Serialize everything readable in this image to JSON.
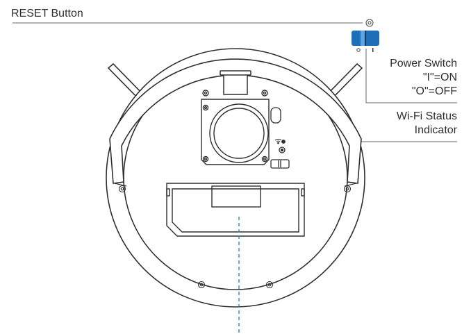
{
  "labels": {
    "reset_button": "RESET Button",
    "power_switch": {
      "title": "Power Switch",
      "on": "\"I\"=ON",
      "off": "\"O\"=OFF",
      "symbol_left": "o",
      "symbol_right": "I"
    },
    "wifi_indicator": {
      "line1": "Wi-Fi Status",
      "line2": "Indicator"
    }
  },
  "colors": {
    "outline": "#2f2f2f",
    "switch_blue": "#1f6fb8",
    "dash_line": "#2a8bd0",
    "leader_line": "#555555"
  }
}
